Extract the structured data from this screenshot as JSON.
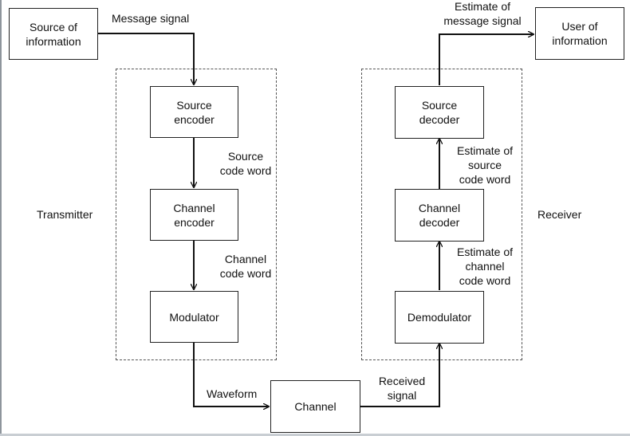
{
  "blocks": {
    "source_of_information": "Source of\ninformation",
    "source_encoder": "Source\nencoder",
    "channel_encoder": "Channel\nencoder",
    "modulator": "Modulator",
    "channel": "Channel",
    "demodulator": "Demodulator",
    "channel_decoder": "Channel\ndecoder",
    "source_decoder": "Source\ndecoder",
    "user_of_information": "User of\ninformation"
  },
  "groups": {
    "transmitter": "Transmitter",
    "receiver": "Receiver"
  },
  "signals": {
    "message_signal": "Message signal",
    "source_code_word": "Source\ncode word",
    "channel_code_word": "Channel\ncode word",
    "waveform": "Waveform",
    "received_signal": "Received\nsignal",
    "estimate_channel_code_word": "Estimate of\nchannel\ncode word",
    "estimate_source_code_word": "Estimate of\nsource\ncode word",
    "estimate_message_signal": "Estimate of\nmessage signal"
  }
}
